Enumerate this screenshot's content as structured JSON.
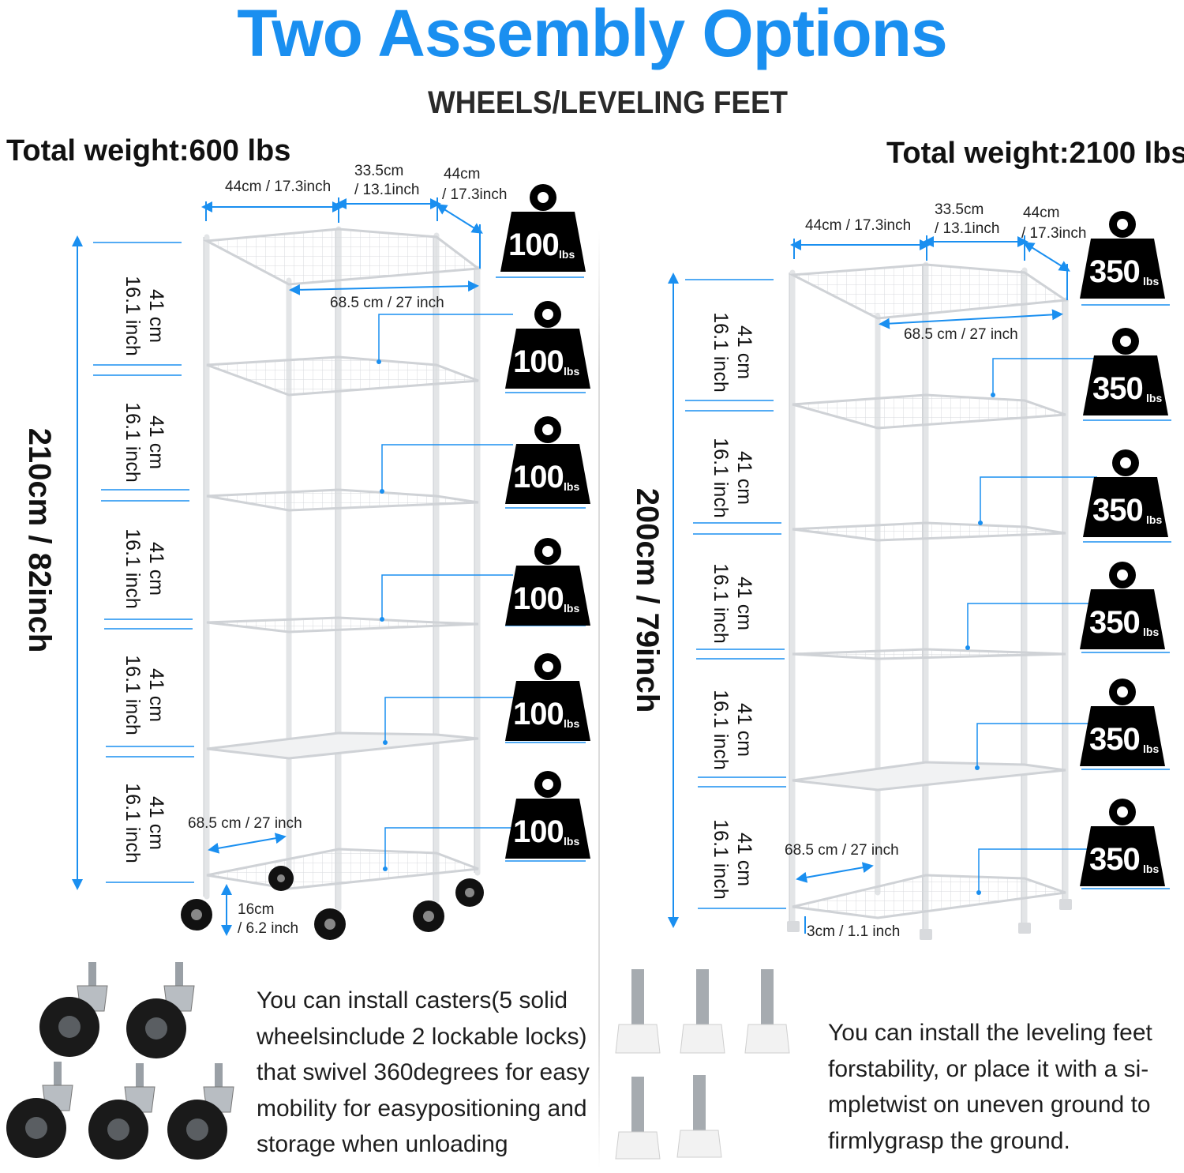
{
  "header": {
    "title": "Two Assembly Options",
    "subtitle": "WHEELS/LEVELING FEET"
  },
  "colors": {
    "accent": "#1a8ff0",
    "text": "#111111",
    "weight_fill": "#000000"
  },
  "left": {
    "total_weight": "Total weight:600 lbs",
    "dims": {
      "width_a": "44cm / 17.3inch",
      "width_b_cm": "33.5cm",
      "width_b_in": "/ 13.1inch",
      "width_c_cm": "44cm",
      "width_c_in": "/ 17.3inch",
      "diagonal_top": "68.5 cm / 27 inch",
      "diagonal_bottom": "68.5 cm / 27 inch",
      "height": "210cm / 82inch",
      "wheel_cm": "16cm",
      "wheel_in": "/ 6.2 inch"
    },
    "tier_spacing": [
      {
        "cm": "41 cm",
        "inch": "16.1 inch"
      },
      {
        "cm": "41 cm",
        "inch": "16.1 inch"
      },
      {
        "cm": "41 cm",
        "inch": "16.1 inch"
      },
      {
        "cm": "41 cm",
        "inch": "16.1 inch"
      },
      {
        "cm": "41 cm",
        "inch": "16.1 inch"
      }
    ],
    "weights": [
      {
        "value": "100",
        "unit": "lbs"
      },
      {
        "value": "100",
        "unit": "lbs"
      },
      {
        "value": "100",
        "unit": "lbs"
      },
      {
        "value": "100",
        "unit": "lbs"
      },
      {
        "value": "100",
        "unit": "lbs"
      },
      {
        "value": "100",
        "unit": "lbs"
      }
    ],
    "description": "You can install casters(5 solid wheelsinclude 2 lockable locks) that swivel 360degrees for easy mobility for easypositioning and storage when unloading"
  },
  "right": {
    "total_weight": "Total weight:2100 lbs",
    "dims": {
      "width_a": "44cm / 17.3inch",
      "width_b_cm": "33.5cm",
      "width_b_in": "/ 13.1inch",
      "width_c_cm": "44cm",
      "width_c_in": "/ 17.3inch",
      "diagonal_top": "68.5 cm / 27 inch",
      "diagonal_bottom": "68.5 cm / 27 inch",
      "height": "200cm / 79inch",
      "foot": "3cm / 1.1 inch"
    },
    "tier_spacing": [
      {
        "cm": "41 cm",
        "inch": "16.1 inch"
      },
      {
        "cm": "41 cm",
        "inch": "16.1 inch"
      },
      {
        "cm": "41 cm",
        "inch": "16.1 inch"
      },
      {
        "cm": "41 cm",
        "inch": "16.1 inch"
      },
      {
        "cm": "41 cm",
        "inch": "16.1 inch"
      }
    ],
    "weights": [
      {
        "value": "350",
        "unit": "lbs"
      },
      {
        "value": "350",
        "unit": "lbs"
      },
      {
        "value": "350",
        "unit": "lbs"
      },
      {
        "value": "350",
        "unit": "lbs"
      },
      {
        "value": "350",
        "unit": "lbs"
      },
      {
        "value": "350",
        "unit": "lbs"
      }
    ],
    "description": "You can install the leveling feet forstability, or place it with a si-mpletwist on uneven ground to firmlygrasp the ground."
  }
}
